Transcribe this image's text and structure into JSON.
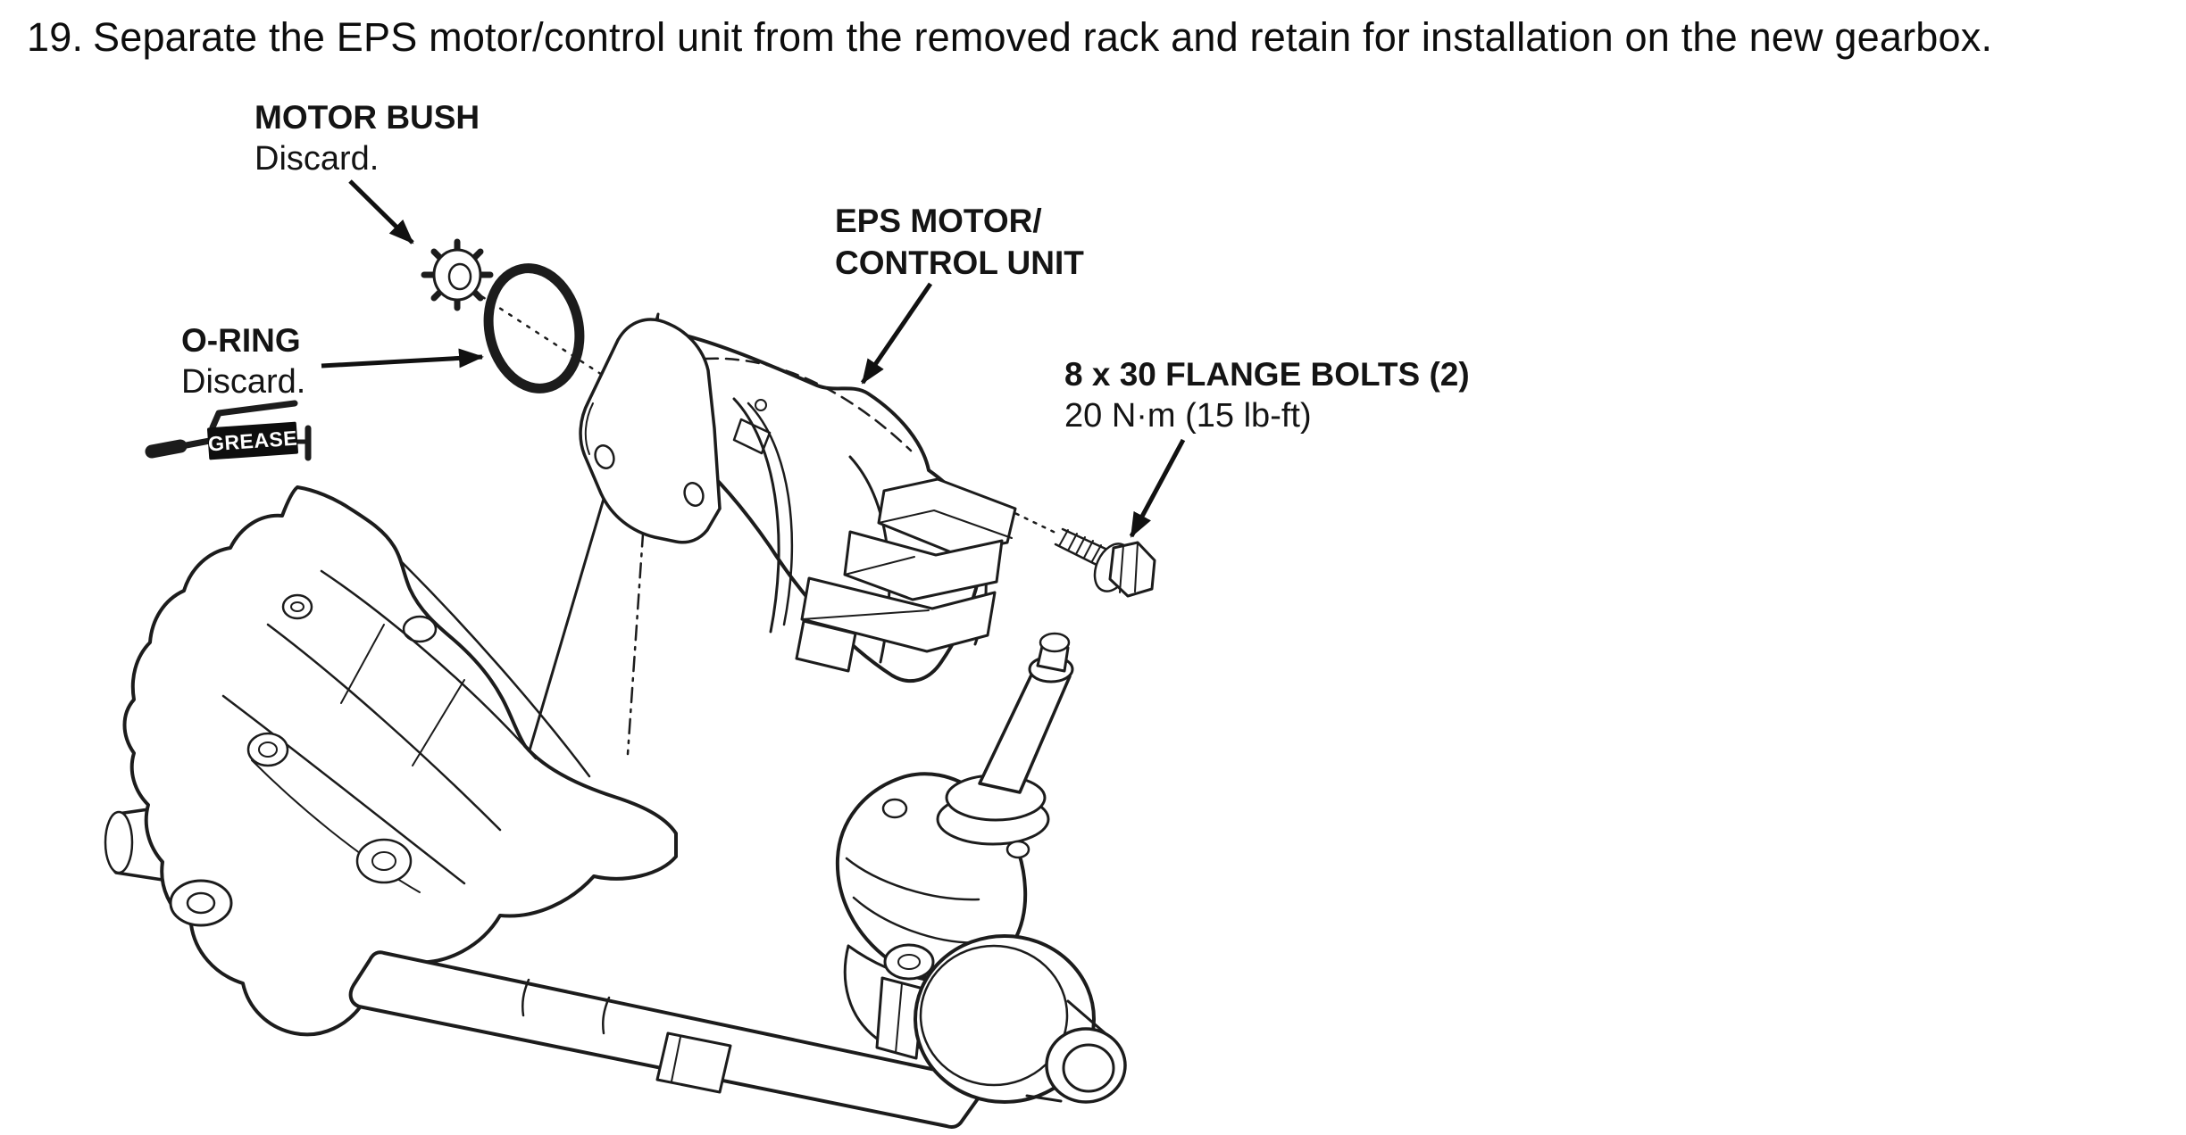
{
  "page": {
    "background_color": "#ffffff",
    "line_color": "#1c1c1c",
    "text_color": "#111111"
  },
  "step": {
    "number": "19.",
    "text": "Separate the EPS motor/control unit from the removed rack and retain for installation on the new gearbox."
  },
  "callouts": {
    "motor_bush": {
      "title": "MOTOR BUSH",
      "subtitle": "Discard."
    },
    "o_ring": {
      "title": "O-RING",
      "subtitle": "Discard."
    },
    "grease": {
      "label": "GREASE"
    },
    "eps_motor": {
      "line1": "EPS MOTOR/",
      "line2": "CONTROL UNIT"
    },
    "flange_bolts": {
      "title": "8 x 30 FLANGE BOLTS (2)",
      "torque": "20 N·m (15 lb-ft)"
    }
  },
  "icons": {
    "grease_gun": "grease-gun-icon",
    "leader_arrow": "filled-arrowhead"
  }
}
